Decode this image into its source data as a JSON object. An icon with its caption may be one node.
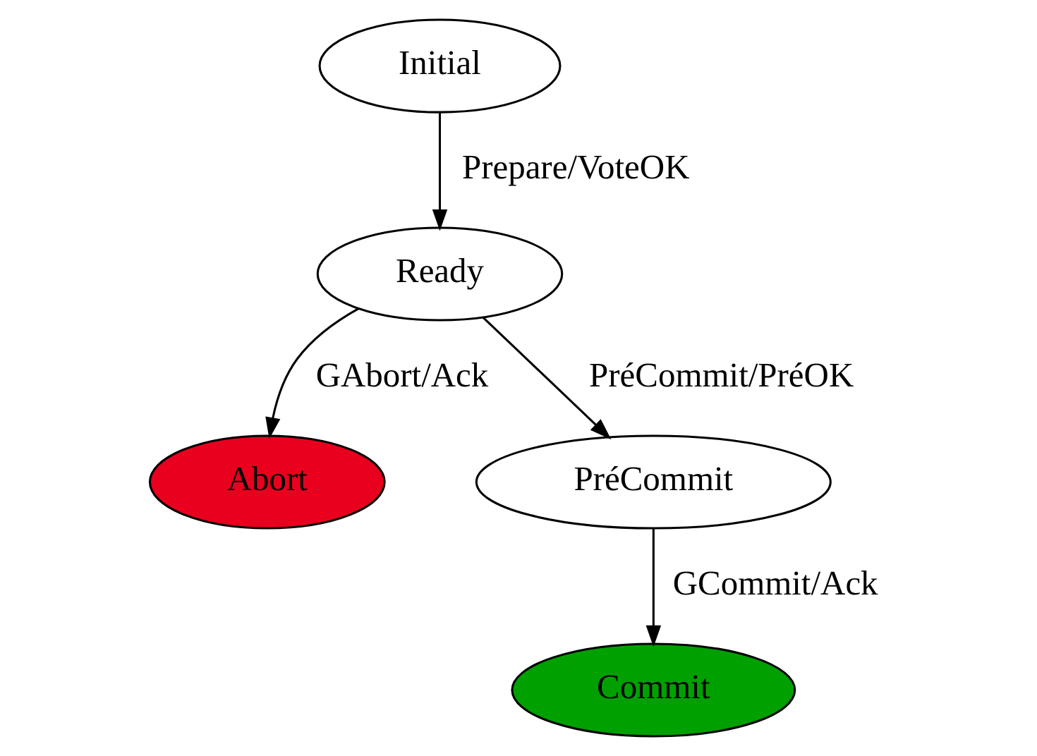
{
  "diagram": {
    "nodes": [
      {
        "text": [
          "Initial"
        ]
      },
      {
        "text": [
          "Ready"
        ]
      },
      {
        "text": [
          "Abort"
        ]
      },
      {
        "text": [
          "PréCommit"
        ]
      },
      {
        "text": [
          "Commit"
        ]
      }
    ],
    "edges": [
      {
        "from": 0,
        "to": 1,
        "arrow": "to",
        "label": "Prepare/VoteOK"
      },
      {
        "from": 1,
        "to": 2,
        "arrow": "to",
        "label": "GAbort/Ack"
      },
      {
        "from": 1,
        "to": 3,
        "arrow": "to",
        "label": "PréCommit/PréOK"
      },
      {
        "from": 3,
        "to": 4,
        "arrow": "to",
        "label": "GCommit/Ack"
      }
    ]
  }
}
